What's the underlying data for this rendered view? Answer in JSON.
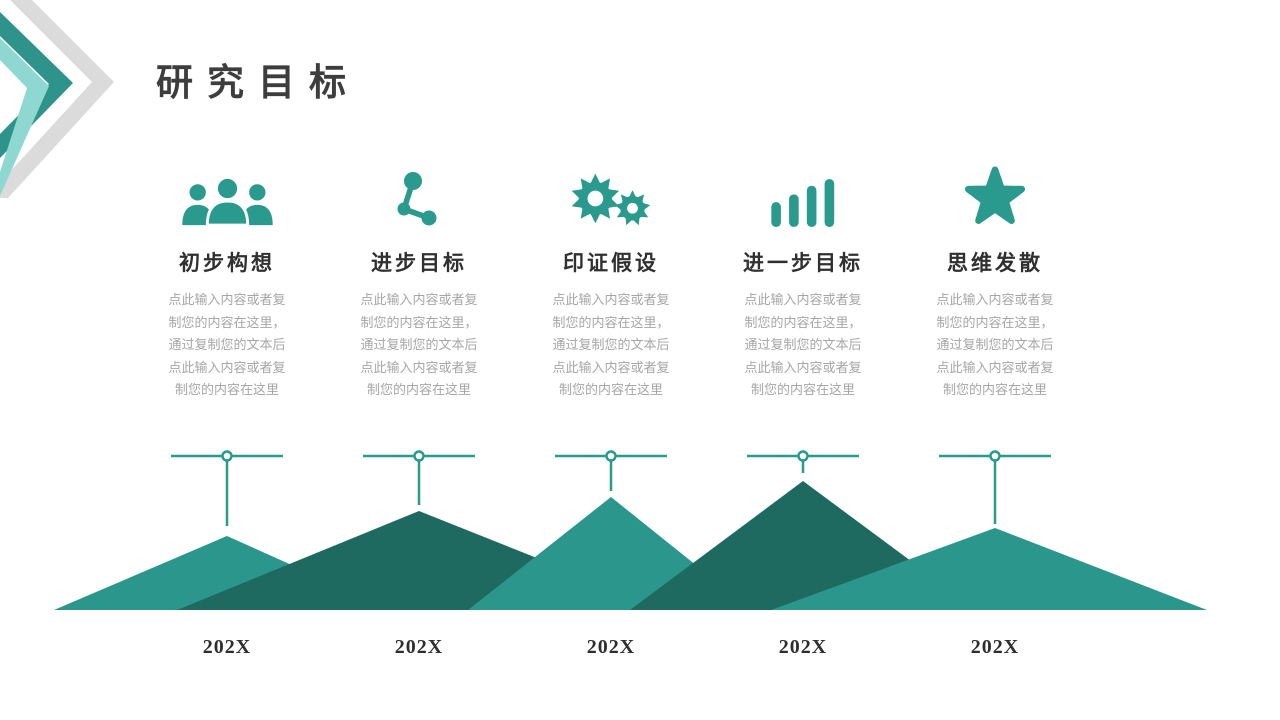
{
  "page": {
    "title": "研究目标"
  },
  "columns": [
    {
      "icon": "people-group-icon",
      "heading": "初步构想",
      "body_lines": [
        "点此输入内容或者复",
        "制您的内容在这里，",
        "通过复制您的文本后",
        "点此输入内容或者复",
        "制您的内容在这里"
      ]
    },
    {
      "icon": "share-icon",
      "heading": "进步目标",
      "body_lines": [
        "点此输入内容或者复",
        "制您的内容在这里，",
        "通过复制您的文本后",
        "点此输入内容或者复",
        "制您的内容在这里"
      ]
    },
    {
      "icon": "gears-icon",
      "heading": "印证假设",
      "body_lines": [
        "点此输入内容或者复",
        "制您的内容在这里，",
        "通过复制您的文本后",
        "点此输入内容或者复",
        "制您的内容在这里"
      ]
    },
    {
      "icon": "bar-chart-icon",
      "heading": "进一步目标",
      "body_lines": [
        "点此输入内容或者复",
        "制您的内容在这里，",
        "通过复制您的文本后",
        "点此输入内容或者复",
        "制您的内容在这里"
      ]
    },
    {
      "icon": "star-icon",
      "heading": "思维发散",
      "body_lines": [
        "点此输入内容或者复",
        "制您的内容在这里，",
        "通过复制您的文本后",
        "点此输入内容或者复",
        "制您的内容在这里"
      ]
    }
  ],
  "timeline": {
    "years": [
      "202X",
      "202X",
      "202X",
      "202X",
      "202X"
    ]
  },
  "colors": {
    "teal": "#2a9a8e",
    "mountain-light": "#2b968b",
    "mountain-dark": "#1f6a60",
    "chevron-mint": "#8fd8d1",
    "chevron-teal": "#2e938a",
    "chevron-gray": "#dbdbdb",
    "title-color": "#3d3d3d",
    "heading-color": "#303030",
    "body-color": "#a6a6a6",
    "year-color": "#2f2f2f"
  }
}
